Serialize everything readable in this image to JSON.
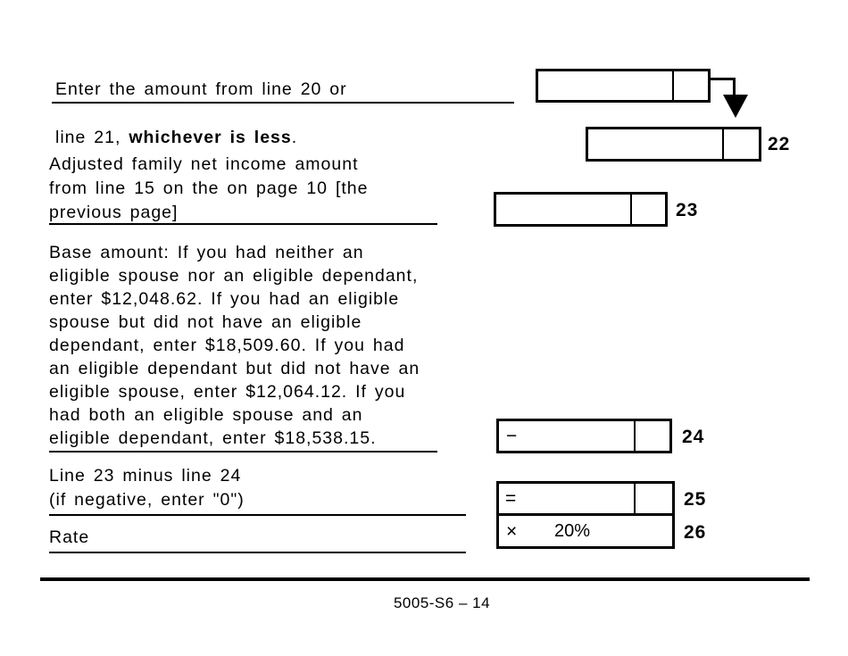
{
  "form": {
    "intro": {
      "line1": "Enter the amount from line 20 or",
      "line2_prefix": "line 21, ",
      "line2_bold": "whichever is less",
      "line2_suffix": "."
    },
    "carryforward_field": {
      "value": ""
    },
    "line22": {
      "number": "22",
      "value": ""
    },
    "line23": {
      "label": "Adjusted family net income amount\nfrom line 15 on the on page 10 [the\nprevious page]",
      "number": "23",
      "value": ""
    },
    "line24": {
      "label": "Base amount: If you had neither an\neligible spouse nor an eligible dependant,\nenter $12,048.62. If you had an eligible\nspouse but did not have an eligible\ndependant, enter $18,509.60. If you had\nan eligible dependant but did not have an\neligible spouse, enter $12,064.12. If you\nhad both an eligible spouse and an\neligible dependant, enter $18,538.15.",
      "number": "24",
      "operator": "−",
      "value": ""
    },
    "line25": {
      "label": "Line 23 minus line 24\n(if negative, enter \"0\")",
      "number": "25",
      "operator": "=",
      "value": ""
    },
    "line26": {
      "label": "Rate",
      "number": "26",
      "operator": "×",
      "value": "20%"
    },
    "footer": {
      "page_code": "5005-S6 – 14"
    },
    "colors": {
      "ink": "#000000",
      "paper": "#ffffff"
    }
  }
}
